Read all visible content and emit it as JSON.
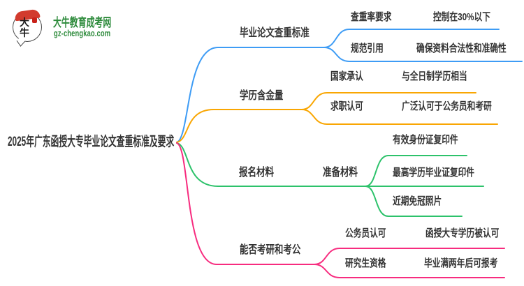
{
  "site": {
    "logo_mark": "大牛",
    "name": "大牛教育成考网",
    "url": "gz-chengkao.com",
    "brand_color": "#2e8b3c"
  },
  "colors": {
    "branch_blue": "#3e9cf5",
    "branch_orange": "#f9a602",
    "branch_green": "#2dc26b",
    "branch_pink": "#f72c7f",
    "text": "#333333",
    "logo_red": "#d23b2e"
  },
  "mindmap": {
    "root": "2025年广东函授大专毕业论文查重标准及要求",
    "branches": [
      {
        "label": "毕业论文查重标准",
        "color": "#3e9cf5",
        "children": [
          {
            "label": "查重率要求",
            "value": "控制在30%以下"
          },
          {
            "label": "规范引用",
            "value": "确保资料合法性和准确性"
          }
        ]
      },
      {
        "label": "学历含金量",
        "color": "#f9a602",
        "children": [
          {
            "label": "国家承认",
            "value": "与全日制学历相当"
          },
          {
            "label": "求职认可",
            "value": "广泛认可于公务员和考研"
          }
        ]
      },
      {
        "label": "报名材料",
        "color": "#2dc26b",
        "sub_label": "准备材料",
        "children": [
          {
            "label": "有效身份证复印件"
          },
          {
            "label": "最高学历毕业证复印件"
          },
          {
            "label": "近期免冠照片"
          }
        ]
      },
      {
        "label": "能否考研和考公",
        "color": "#f72c7f",
        "children": [
          {
            "label": "公务员认可",
            "value": "函授大专学历被认可"
          },
          {
            "label": "研究生资格",
            "value": "毕业满两年后可报考"
          }
        ]
      }
    ]
  }
}
